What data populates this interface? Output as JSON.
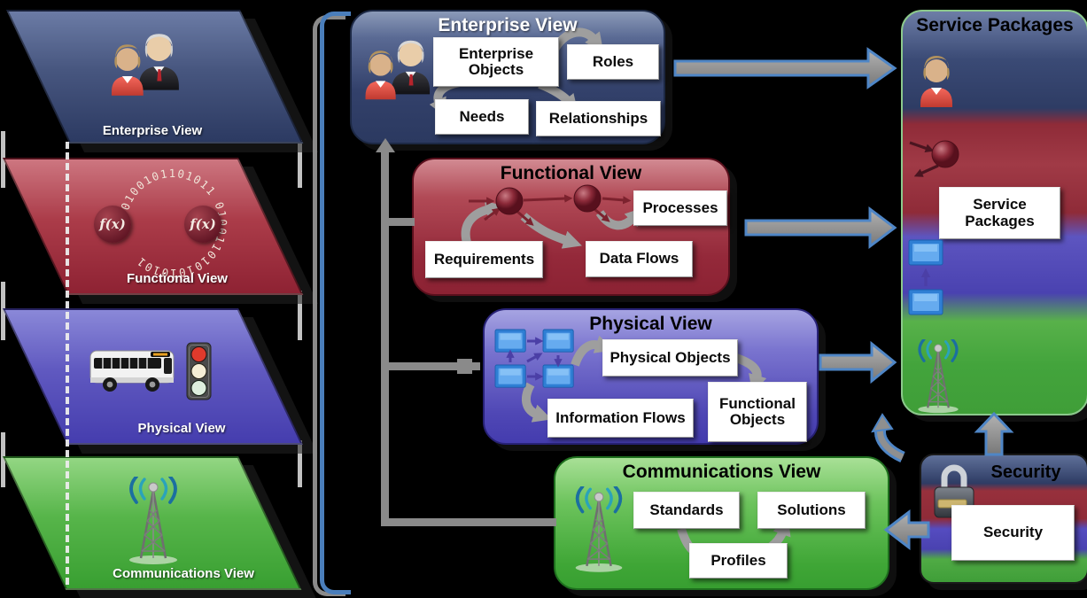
{
  "stack": {
    "enterprise_label": "Enterprise View",
    "functional_label": "Functional View",
    "physical_label": "Physical View",
    "communications_label": "Communications View",
    "fx_label": "f(x)",
    "binary_ring": "0100101101011        0100110101010101"
  },
  "enterprise": {
    "title": "Enterprise View",
    "enterprise_objects": "Enterprise Objects",
    "roles": "Roles",
    "needs": "Needs",
    "relationships": "Relationships"
  },
  "functional": {
    "title": "Functional View",
    "requirements": "Requirements",
    "processes": "Processes",
    "data_flows": "Data Flows"
  },
  "physical": {
    "title": "Physical View",
    "physical_objects": "Physical Objects",
    "information_flows": "Information Flows",
    "functional_objects": "Functional Objects"
  },
  "communications": {
    "title": "Communications View",
    "standards": "Standards",
    "solutions": "Solutions",
    "profiles": "Profiles"
  },
  "service_packages": {
    "title": "Service Packages",
    "box_label": "Service Packages"
  },
  "security": {
    "title": "Security",
    "box_label": "Security"
  },
  "colors": {
    "enterprise_dark": "#2e3c64",
    "functional_dark": "#93212f",
    "physical_dark": "#4a42b0",
    "communications_dark": "#3aa234",
    "arrow_fill": "#8f8f8f",
    "arrow_outline": "#4f86c6",
    "white_box": "#ffffff"
  }
}
